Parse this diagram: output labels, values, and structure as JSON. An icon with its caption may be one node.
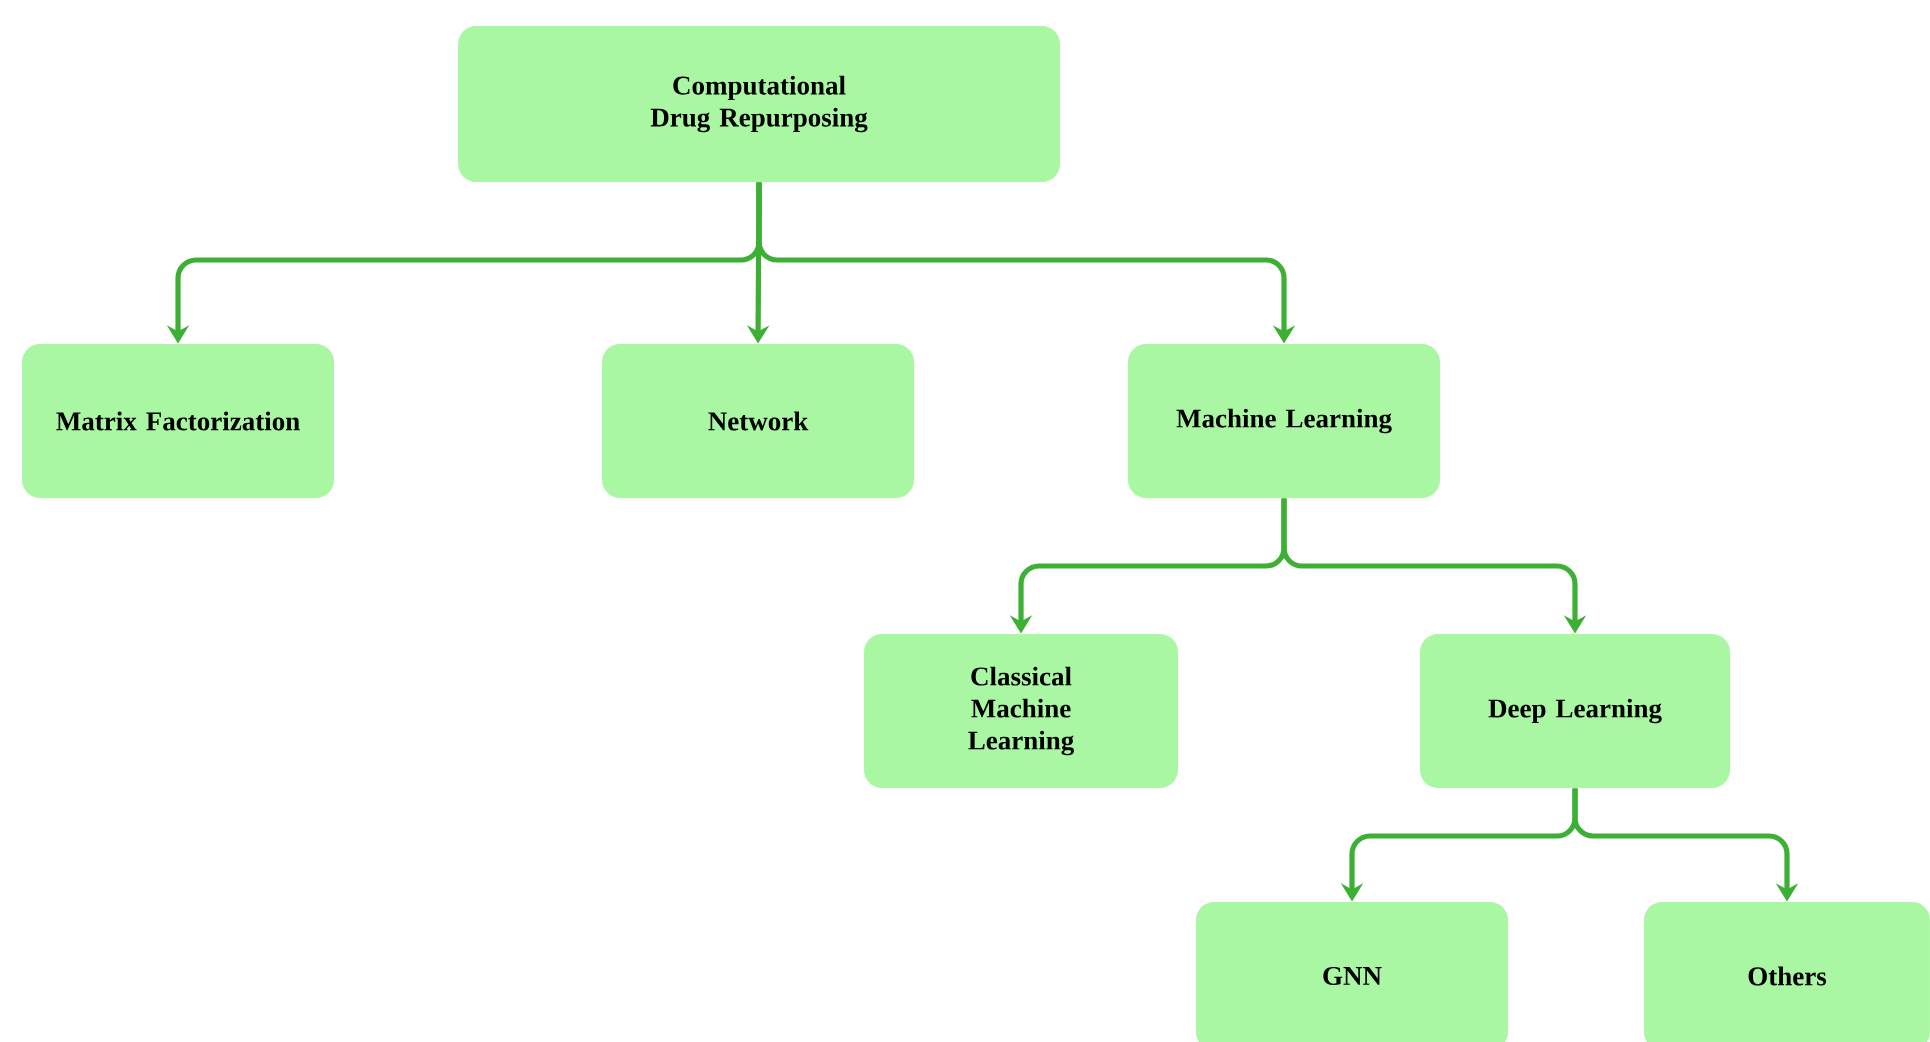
{
  "diagram": {
    "nodes": [
      {
        "text": [
          "Computational Drug Repurposing"
        ]
      },
      {
        "text": [
          "Matrix Factorization"
        ]
      },
      {
        "text": [
          "Network"
        ]
      },
      {
        "text": [
          "Machine Learning"
        ]
      },
      {
        "text": [
          "Classical Machine Learning"
        ]
      },
      {
        "text": [
          "Deep Learning"
        ]
      },
      {
        "text": [
          "GNN"
        ]
      },
      {
        "text": [
          "Others"
        ]
      }
    ],
    "edges": [
      {
        "from": 0,
        "to": 1,
        "arrow": "to"
      },
      {
        "from": 0,
        "to": 2,
        "arrow": "to"
      },
      {
        "from": 0,
        "to": 3,
        "arrow": "to"
      },
      {
        "from": 3,
        "to": 4,
        "arrow": "to"
      },
      {
        "from": 3,
        "to": 5,
        "arrow": "to"
      },
      {
        "from": 5,
        "to": 6,
        "arrow": "to"
      },
      {
        "from": 5,
        "to": 7,
        "arrow": "to"
      }
    ]
  }
}
